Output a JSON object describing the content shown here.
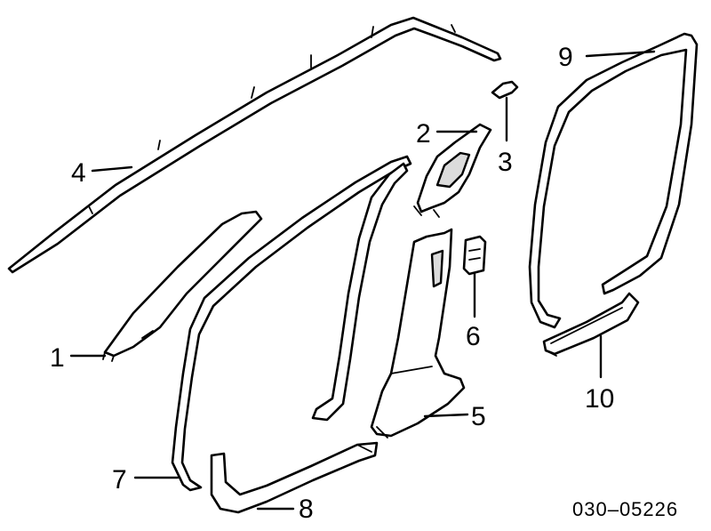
{
  "diagram": {
    "callouts": [
      {
        "id": "1",
        "label": "1"
      },
      {
        "id": "2",
        "label": "2"
      },
      {
        "id": "3",
        "label": "3"
      },
      {
        "id": "4",
        "label": "4"
      },
      {
        "id": "5",
        "label": "5"
      },
      {
        "id": "6",
        "label": "6"
      },
      {
        "id": "7",
        "label": "7"
      },
      {
        "id": "8",
        "label": "8"
      },
      {
        "id": "9",
        "label": "9"
      },
      {
        "id": "10",
        "label": "10"
      }
    ],
    "reference_code": "030–05226"
  }
}
